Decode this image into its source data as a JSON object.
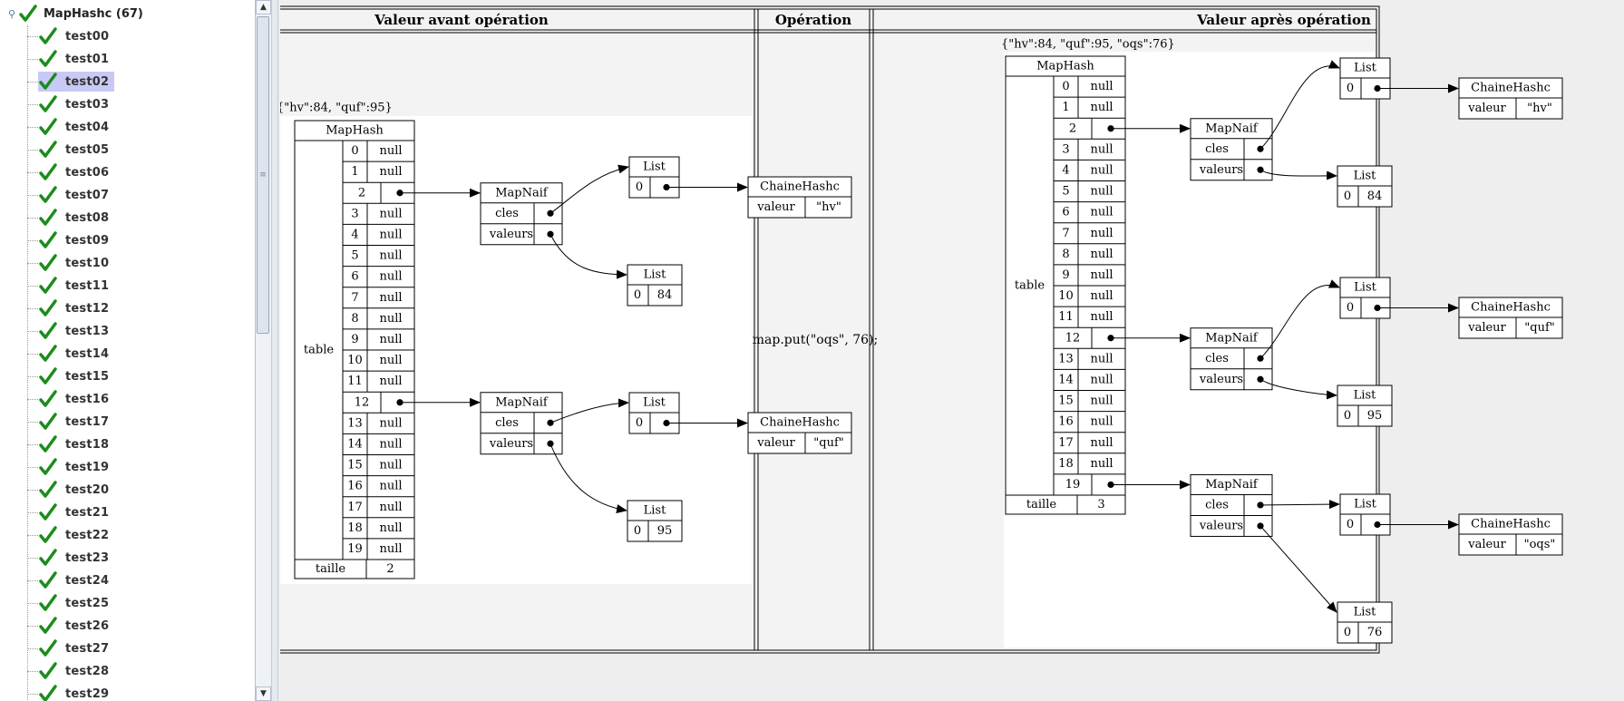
{
  "tree": {
    "root_label": "MapHashc (67)",
    "selected": "test02",
    "items": [
      "test00",
      "test01",
      "test02",
      "test03",
      "test04",
      "test05",
      "test06",
      "test07",
      "test08",
      "test09",
      "test10",
      "test11",
      "test12",
      "test13",
      "test14",
      "test15",
      "test16",
      "test17",
      "test18",
      "test19",
      "test20",
      "test21",
      "test22",
      "test23",
      "test24",
      "test25",
      "test26",
      "test27",
      "test28",
      "test29"
    ]
  },
  "icons": {
    "check": "checkmark-icon",
    "toggle": "tree-toggle-icon",
    "scroll_up": "arrow-up-icon",
    "scroll_down": "arrow-down-icon",
    "grip": "scroll-grip-icon"
  },
  "colors": {
    "check": "#1c8c1c",
    "selection": "#c9c9f5",
    "panel_bg": "#f3f3f3"
  },
  "headers": {
    "before": "Valeur avant opération",
    "operation": "Opération",
    "after": "Valeur après opération"
  },
  "operation": "map.put(\"oqs\", 76);",
  "before": {
    "summary": "{\"hv\":84, \"quf\":95}",
    "maphash": {
      "title": "MapHash",
      "table_label": "table",
      "rows": [
        "null",
        "null",
        "*",
        "null",
        "null",
        "null",
        "null",
        "null",
        "null",
        "null",
        "null",
        "null",
        "*",
        "null",
        "null",
        "null",
        "null",
        "null",
        "null",
        "null"
      ],
      "size_label": "taille",
      "size": "2"
    },
    "mapnaifs": [
      {
        "index": 2,
        "title": "MapNaif",
        "cles": "cles",
        "valeurs": "valeurs",
        "list_keys": {
          "title": "List",
          "idx": "0"
        },
        "chaine": {
          "title": "ChaineHashc",
          "field": "valeur",
          "value": "\"hv\""
        },
        "list_values": {
          "title": "List",
          "idx": "0",
          "value": "84"
        }
      },
      {
        "index": 12,
        "title": "MapNaif",
        "cles": "cles",
        "valeurs": "valeurs",
        "list_keys": {
          "title": "List",
          "idx": "0"
        },
        "chaine": {
          "title": "ChaineHashc",
          "field": "valeur",
          "value": "\"quf\""
        },
        "list_values": {
          "title": "List",
          "idx": "0",
          "value": "95"
        }
      }
    ]
  },
  "after": {
    "summary": "{\"hv\":84, \"quf\":95, \"oqs\":76}",
    "maphash": {
      "title": "MapHash",
      "table_label": "table",
      "rows": [
        "null",
        "null",
        "*",
        "null",
        "null",
        "null",
        "null",
        "null",
        "null",
        "null",
        "null",
        "null",
        "*",
        "null",
        "null",
        "null",
        "null",
        "null",
        "null",
        "*"
      ],
      "size_label": "taille",
      "size": "3"
    },
    "mapnaifs": [
      {
        "index": 2,
        "title": "MapNaif",
        "cles": "cles",
        "valeurs": "valeurs",
        "list_keys": {
          "title": "List",
          "idx": "0"
        },
        "chaine": {
          "title": "ChaineHashc",
          "field": "valeur",
          "value": "\"hv\""
        },
        "list_values": {
          "title": "List",
          "idx": "0",
          "value": "84"
        }
      },
      {
        "index": 12,
        "title": "MapNaif",
        "cles": "cles",
        "valeurs": "valeurs",
        "list_keys": {
          "title": "List",
          "idx": "0"
        },
        "chaine": {
          "title": "ChaineHashc",
          "field": "valeur",
          "value": "\"quf\""
        },
        "list_values": {
          "title": "List",
          "idx": "0",
          "value": "95"
        }
      },
      {
        "index": 19,
        "title": "MapNaif",
        "cles": "cles",
        "valeurs": "valeurs",
        "list_keys": {
          "title": "List",
          "idx": "0"
        },
        "chaine": {
          "title": "ChaineHashc",
          "field": "valeur",
          "value": "\"oqs\""
        },
        "list_values": {
          "title": "List",
          "idx": "0",
          "value": "76"
        }
      }
    ]
  }
}
